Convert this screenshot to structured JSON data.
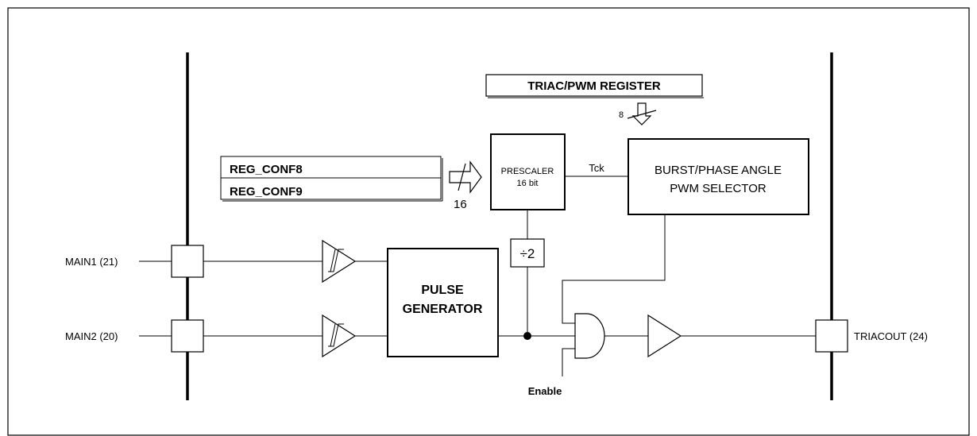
{
  "registers": {
    "triac_pwm": "TRIAC/PWM REGISTER",
    "conf8": "REG_CONF8",
    "conf9": "REG_CONF9"
  },
  "bus": {
    "triac_width": "8",
    "conf_width": "16"
  },
  "blocks": {
    "prescaler_line1": "PRESCALER",
    "prescaler_line2": "16 bit",
    "tck": "Tck",
    "burst_line1": "BURST/PHASE ANGLE",
    "burst_line2": "PWM SELECTOR",
    "divider": "÷2",
    "pulse_line1": "PULSE",
    "pulse_line2": "GENERATOR",
    "enable": "Enable"
  },
  "pins": {
    "main1": "MAIN1 (21)",
    "main2": "MAIN2 (20)",
    "triacout": "TRIACOUT (24)"
  }
}
